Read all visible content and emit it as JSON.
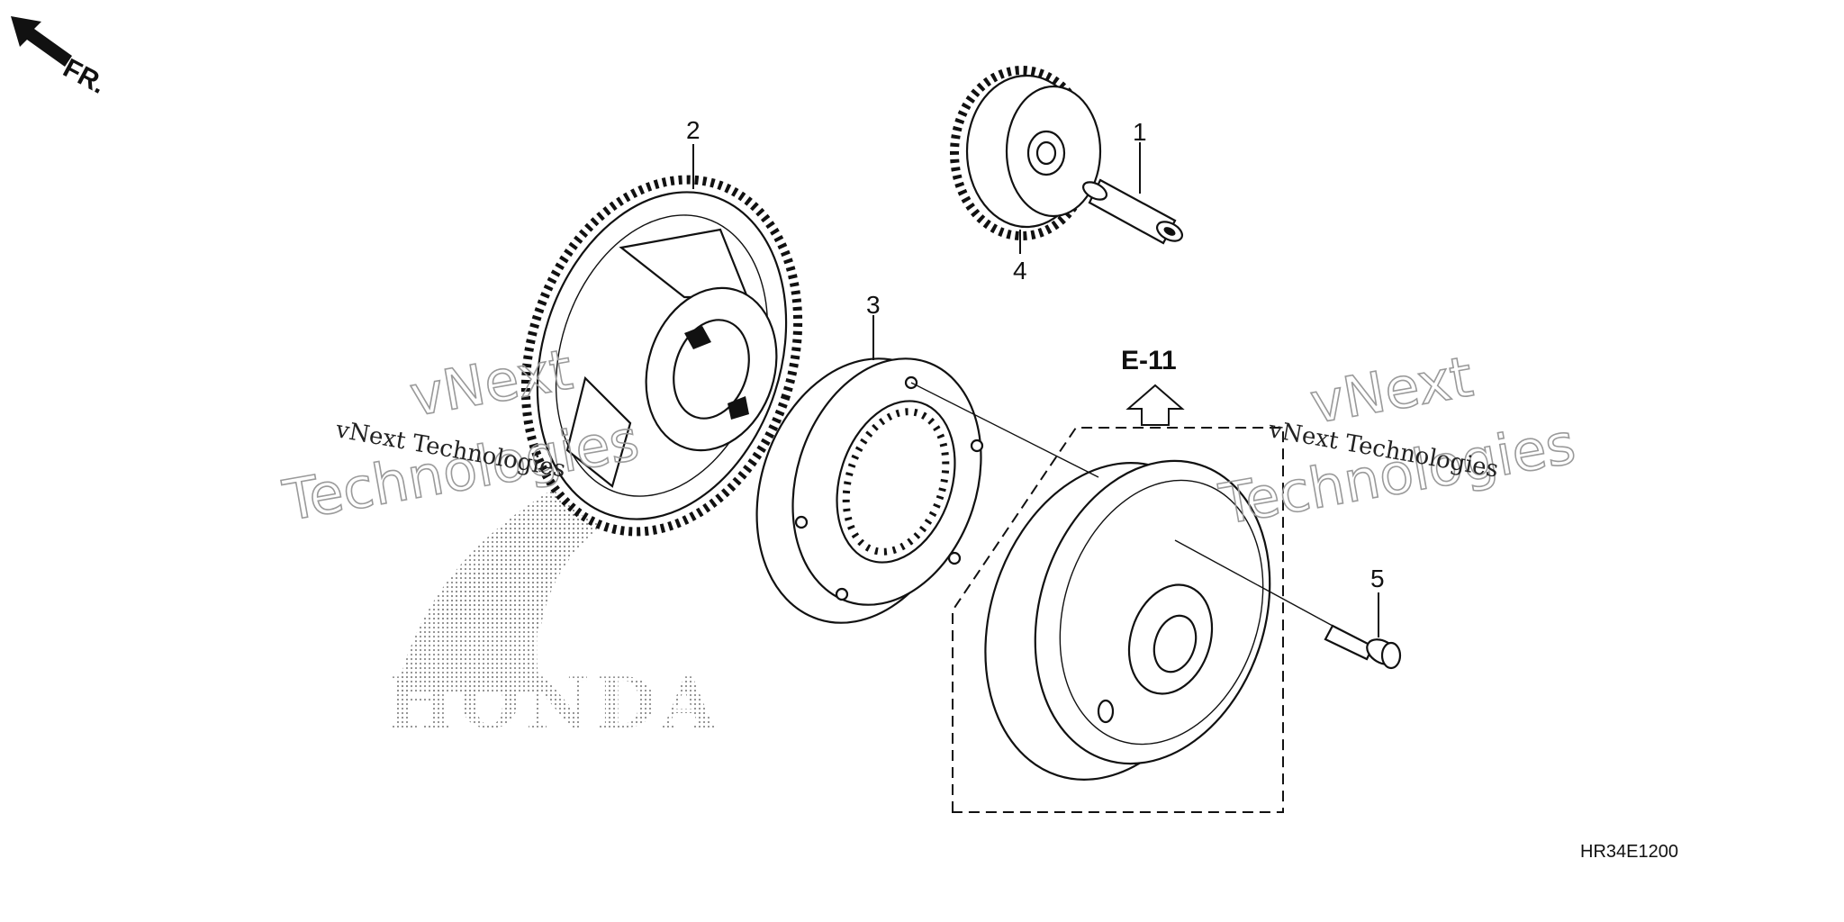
{
  "orientation": {
    "label": "FR.",
    "icon": "front-direction-arrow-icon"
  },
  "callouts": [
    {
      "id": "1",
      "part": "shaft"
    },
    {
      "id": "2",
      "part": "starter driven gear"
    },
    {
      "id": "3",
      "part": "starter one-way clutch"
    },
    {
      "id": "4",
      "part": "reduction gear"
    },
    {
      "id": "5",
      "part": "flange bolt"
    }
  ],
  "reference": {
    "label": "E-11",
    "icon": "up-arrow-icon"
  },
  "watermark": {
    "line1": "vNext",
    "line2": "Technologies",
    "small": "vNext Technologies",
    "logo_text": "HONDA"
  },
  "diagram_code": "HR34E1200"
}
